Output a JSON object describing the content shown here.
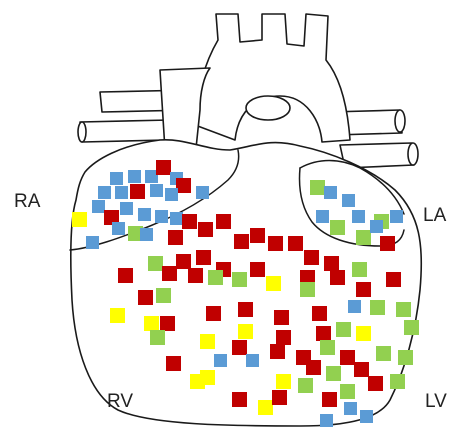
{
  "labels": {
    "ra": "RA",
    "la": "LA",
    "rv": "RV",
    "lv": "LV"
  },
  "colors": {
    "red": "#c00000",
    "blue": "#5b9bd5",
    "green": "#92d050",
    "yellow": "#ffff00",
    "outline": "#1a1a1a"
  },
  "chambers": [
    {
      "name": "RA",
      "markers": {
        "red": 3,
        "blue": 18,
        "green": 2,
        "yellow": 1
      }
    },
    {
      "name": "LA",
      "markers": {
        "red": 1,
        "blue": 6,
        "green": 5,
        "yellow": 0
      }
    },
    {
      "name": "ventricles",
      "markers": {
        "red": 43,
        "blue": 9,
        "green": 21,
        "yellow": 12
      }
    }
  ]
}
